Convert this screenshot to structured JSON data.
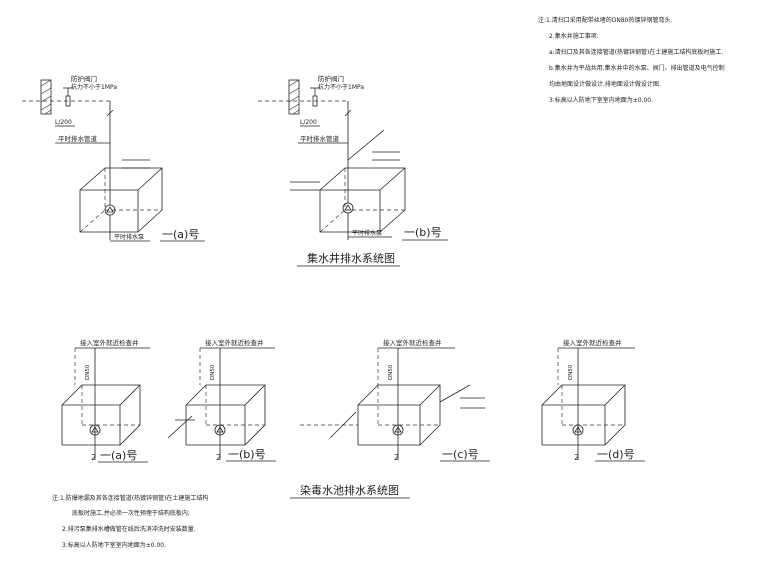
{
  "notes_top": [
    "注:1.清扫口采用配带丝堵的DN80热镀锌钢管弯头.",
    "2.集水井施工事项:",
    "a:清扫口及其各连接管道(热镀锌钢管)在土建施工结构底板时施工.",
    "b.集水井为平战共用,集水井中的水泵、阀门、排出管道及电气控制",
    "均由地面设计做设计,排地面设计做设计图.",
    "3.标高以人防地下室室内地面为±0.00."
  ],
  "sump": {
    "title": "集水井排水系统图",
    "a": {
      "valve_label": "防护阀门",
      "pressure_label": "抗力不小于1MPa",
      "slope_label": "L/200",
      "pipe_label": "平时排水管道",
      "pump_label": "平时排水泵",
      "id": "一(a)号"
    },
    "b": {
      "valve_label": "防护阀门",
      "pressure_label": "抗力不小于1MPa",
      "slope_label": "L/200",
      "pipe_label": "平时排水管道",
      "pump_label": "平时排水泵",
      "id": "一(b)号"
    }
  },
  "decon": {
    "title": "染毒水池排水系统图",
    "label": "接入室外就近检查井",
    "pipe_size": "DN50",
    "dim": "2",
    "ids": [
      "一(a)号",
      "一(b)号",
      "一(c)号",
      "一(d)号"
    ]
  },
  "notes_bottom": [
    "注:1.防爆地漏及其各连接管道(热镀锌钢管)在土建施工结构",
    "底板时施工,并必须一次性预埋于结构底板内;",
    "2.排污泵集排水槽做管在线后洗消冲洗时安装数量.",
    "3.标高以人防地下室室内地面为±0.00."
  ]
}
